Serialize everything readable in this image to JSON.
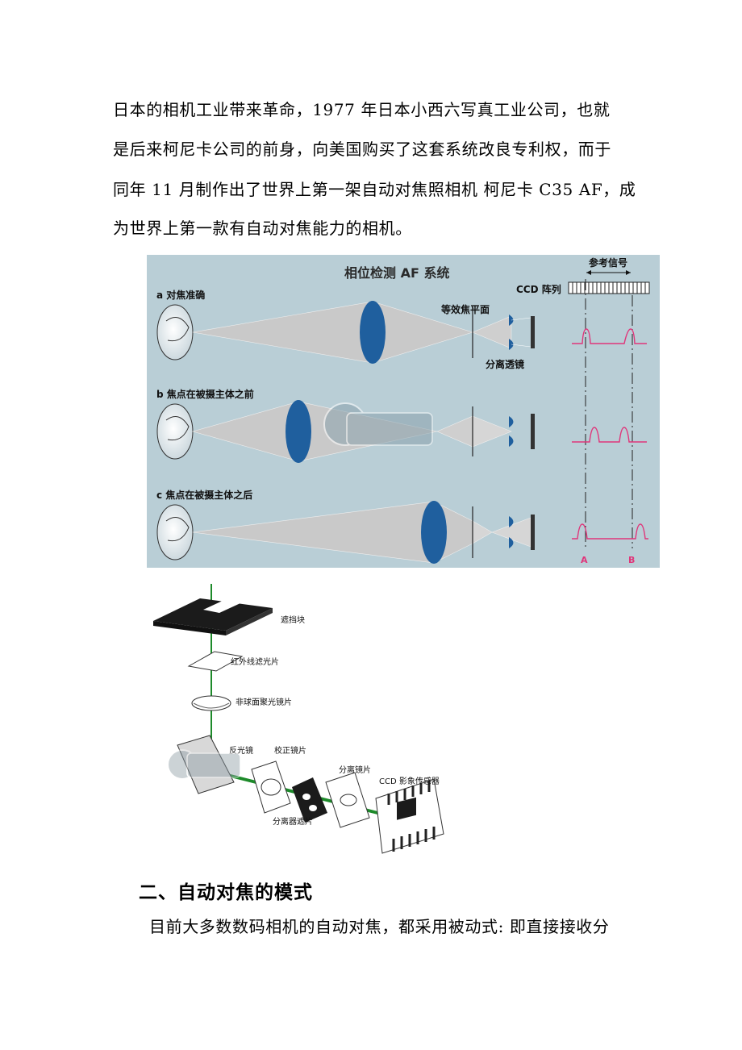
{
  "paragraph": {
    "lines": [
      "日本的相机工业带来革命，1977 年日本小西六写真工业公司，也就",
      "是后来柯尼卡公司的前身，向美国购买了这套系统改良专利权，而于",
      "同年 11 月制作出了世界上第一架自动对焦照相机 柯尼卡 C35 AF，成",
      "为世界上第一款有自动对焦能力的相机。"
    ]
  },
  "figure1": {
    "title": "相位检测 AF 系统",
    "reference_signal": "参考信号",
    "ccd_array": "CCD 阵列",
    "equivalent_focal_plane": "等效焦平面",
    "separator_lens": "分离透镜",
    "case_a": "a 对焦准确",
    "case_b": "b 焦点在被摄主体之前",
    "case_c": "c 焦点在被摄主体之后",
    "label_a": "A",
    "label_b": "B",
    "colors": {
      "background": "#b9ced6",
      "lens": "#1f5f9e",
      "signal": "#e0357a"
    }
  },
  "figure2": {
    "shield": "遮挡块",
    "ir_filter": "红外线滤光片",
    "aspheric_lens": "非球面聚光镜片",
    "reflector": "反光镜",
    "correction_lens": "校正镜片",
    "separator_lens": "分离镜片",
    "ccd_sensor": "CCD 影象传感器",
    "separator_mask": "分离器遮片",
    "colors": {
      "beam": "#1d8a2a"
    }
  },
  "section": {
    "heading": "二、自动对焦的模式",
    "line": "目前大多数数码相机的自动对焦，都采用被动式: 即直接接收分"
  }
}
